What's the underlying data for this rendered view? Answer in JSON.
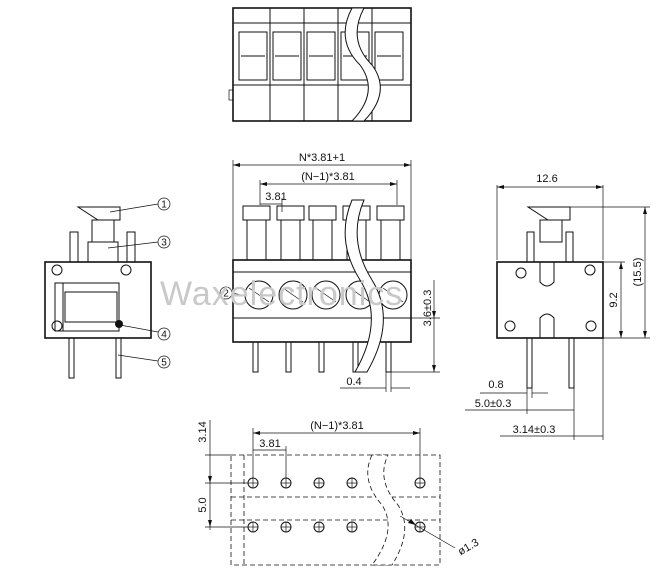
{
  "watermark": "Waxelectronics",
  "dimensions": {
    "total_length": "N*3.81+1",
    "pitch_span": "(N−1)*3.81",
    "pitch": "3.81",
    "width": "12.6",
    "overall_height": "(15.5)",
    "body_height": "9.2",
    "pin_length": "3.6±0.3",
    "pin_thickness": "0.4",
    "pin_width": "0.8",
    "row_spacing_side": "5.0±0.3",
    "edge_offset_side": "3.14±0.3",
    "pcb_pitch_span": "(N−1)*3.81",
    "pcb_pitch": "3.81",
    "pcb_edge": "3.14",
    "pcb_row_spacing": "5.0",
    "hole_diameter": "ø1.3"
  },
  "callouts": [
    "1",
    "2",
    "3",
    "4",
    "5"
  ]
}
